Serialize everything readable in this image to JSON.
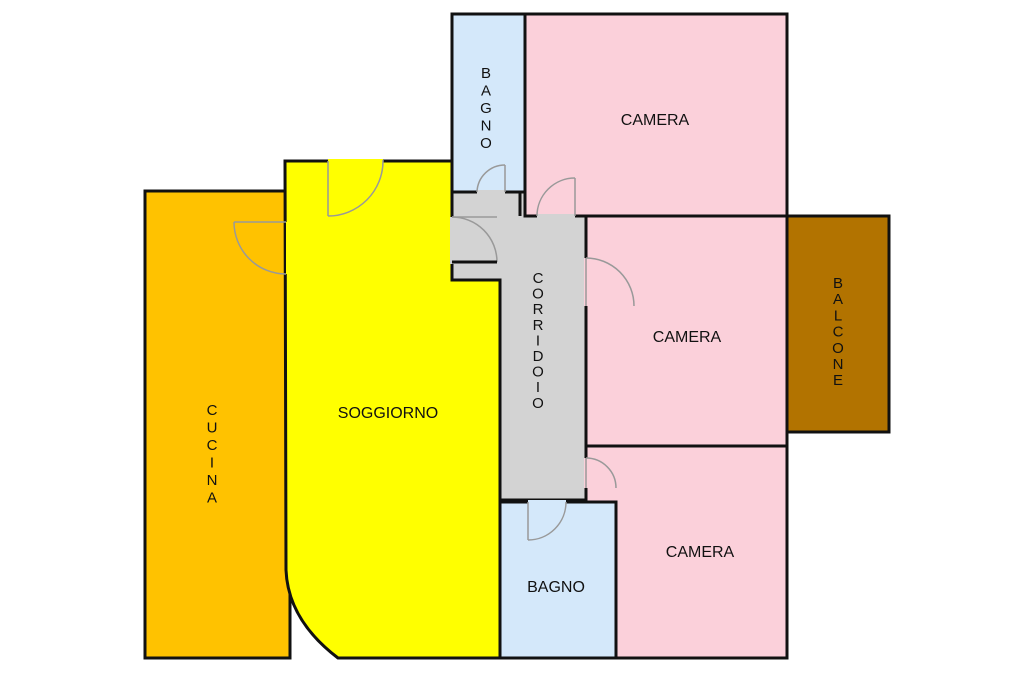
{
  "colors": {
    "cucina": "#FFC200",
    "soggiorno": "#FFFF00",
    "corridoio": "#D3D3D3",
    "bagno": "#D4E8FA",
    "camera": "#FBD0DA",
    "balcone": "#B27300",
    "wall": "#111111",
    "door": "#999999"
  },
  "rooms": {
    "cucina": "CUCINA",
    "soggiorno": "SOGGIORNO",
    "corridoio": "CORRIDOIO",
    "bagno_top": "BAGNO",
    "bagno_bottom": "BAGNO",
    "camera_top": "CAMERA",
    "camera_middle": "CAMERA",
    "camera_bottom": "CAMERA",
    "balcone": "BALCONE"
  }
}
